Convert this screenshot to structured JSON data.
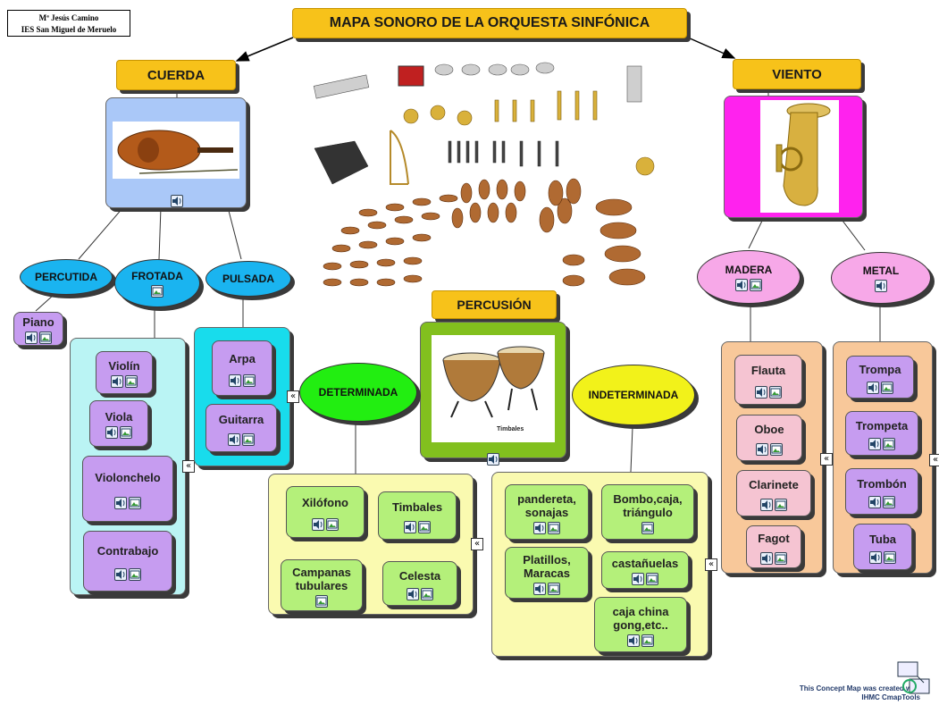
{
  "author": {
    "line1": "Mª Jesús Camino",
    "line2": "IES San Miguel de Meruelo"
  },
  "title": "MAPA SONORO DE LA ORQUESTA SINFÓNICA",
  "sections": {
    "cuerda": "CUERDA",
    "viento": "VIENTO",
    "percusion": "PERCUSIÓN"
  },
  "cuerda": {
    "types": {
      "percutida": "PERCUTIDA",
      "frotada": "FROTADA",
      "pulsada": "PULSADA"
    },
    "percutida_items": [
      "Piano"
    ],
    "frotada_items": [
      "Violín",
      "Viola",
      "Violonchelo",
      "Contrabajo"
    ],
    "pulsada_items": [
      "Arpa",
      "Guitarra"
    ]
  },
  "viento": {
    "types": {
      "madera": "MADERA",
      "metal": "METAL"
    },
    "madera_items": [
      "Flauta",
      "Oboe",
      "Clarinete",
      "Fagot"
    ],
    "metal_items": [
      "Trompa",
      "Trompeta",
      "Trombón",
      "Tuba"
    ]
  },
  "percusion": {
    "caption": "Timbales",
    "types": {
      "determinada": "DETERMINADA",
      "indeterminada": "INDETERMINADA"
    },
    "determinada_items": [
      "Xilófono",
      "Timbales",
      "Campanas tubulares",
      "Celesta"
    ],
    "indeterminada_items": [
      "pandereta, sonajas",
      "Bombo,caja, triángulo",
      "Platillos, Maracas",
      "castañuelas",
      "caja china gong,etc.."
    ]
  },
  "footer": {
    "line1": "This Concept Map was created with",
    "line2": "IHMC CmapTools"
  },
  "icons": {
    "collapse": "«",
    "speaker": "speaker-icon",
    "image": "image-icon"
  },
  "colors": {
    "header": "#f7c21a",
    "cuerda_panel": "#aac8f8",
    "viento_panel": "#ff22ee",
    "percusion_panel": "#82c01e",
    "ellipse_blue": "#1ab4f0",
    "ellipse_green": "#22ee11",
    "ellipse_yellow": "#f2f21a",
    "ellipse_pink": "#f7a8e8",
    "item_purple": "#c69cf0",
    "item_pink": "#f5c4d2",
    "item_green": "#b4f07a",
    "frotada_panel": "#baf4f4",
    "pulsada_panel": "#18dcec",
    "det_panel": "#fafab0",
    "madera_panel": "#f8c89a"
  }
}
